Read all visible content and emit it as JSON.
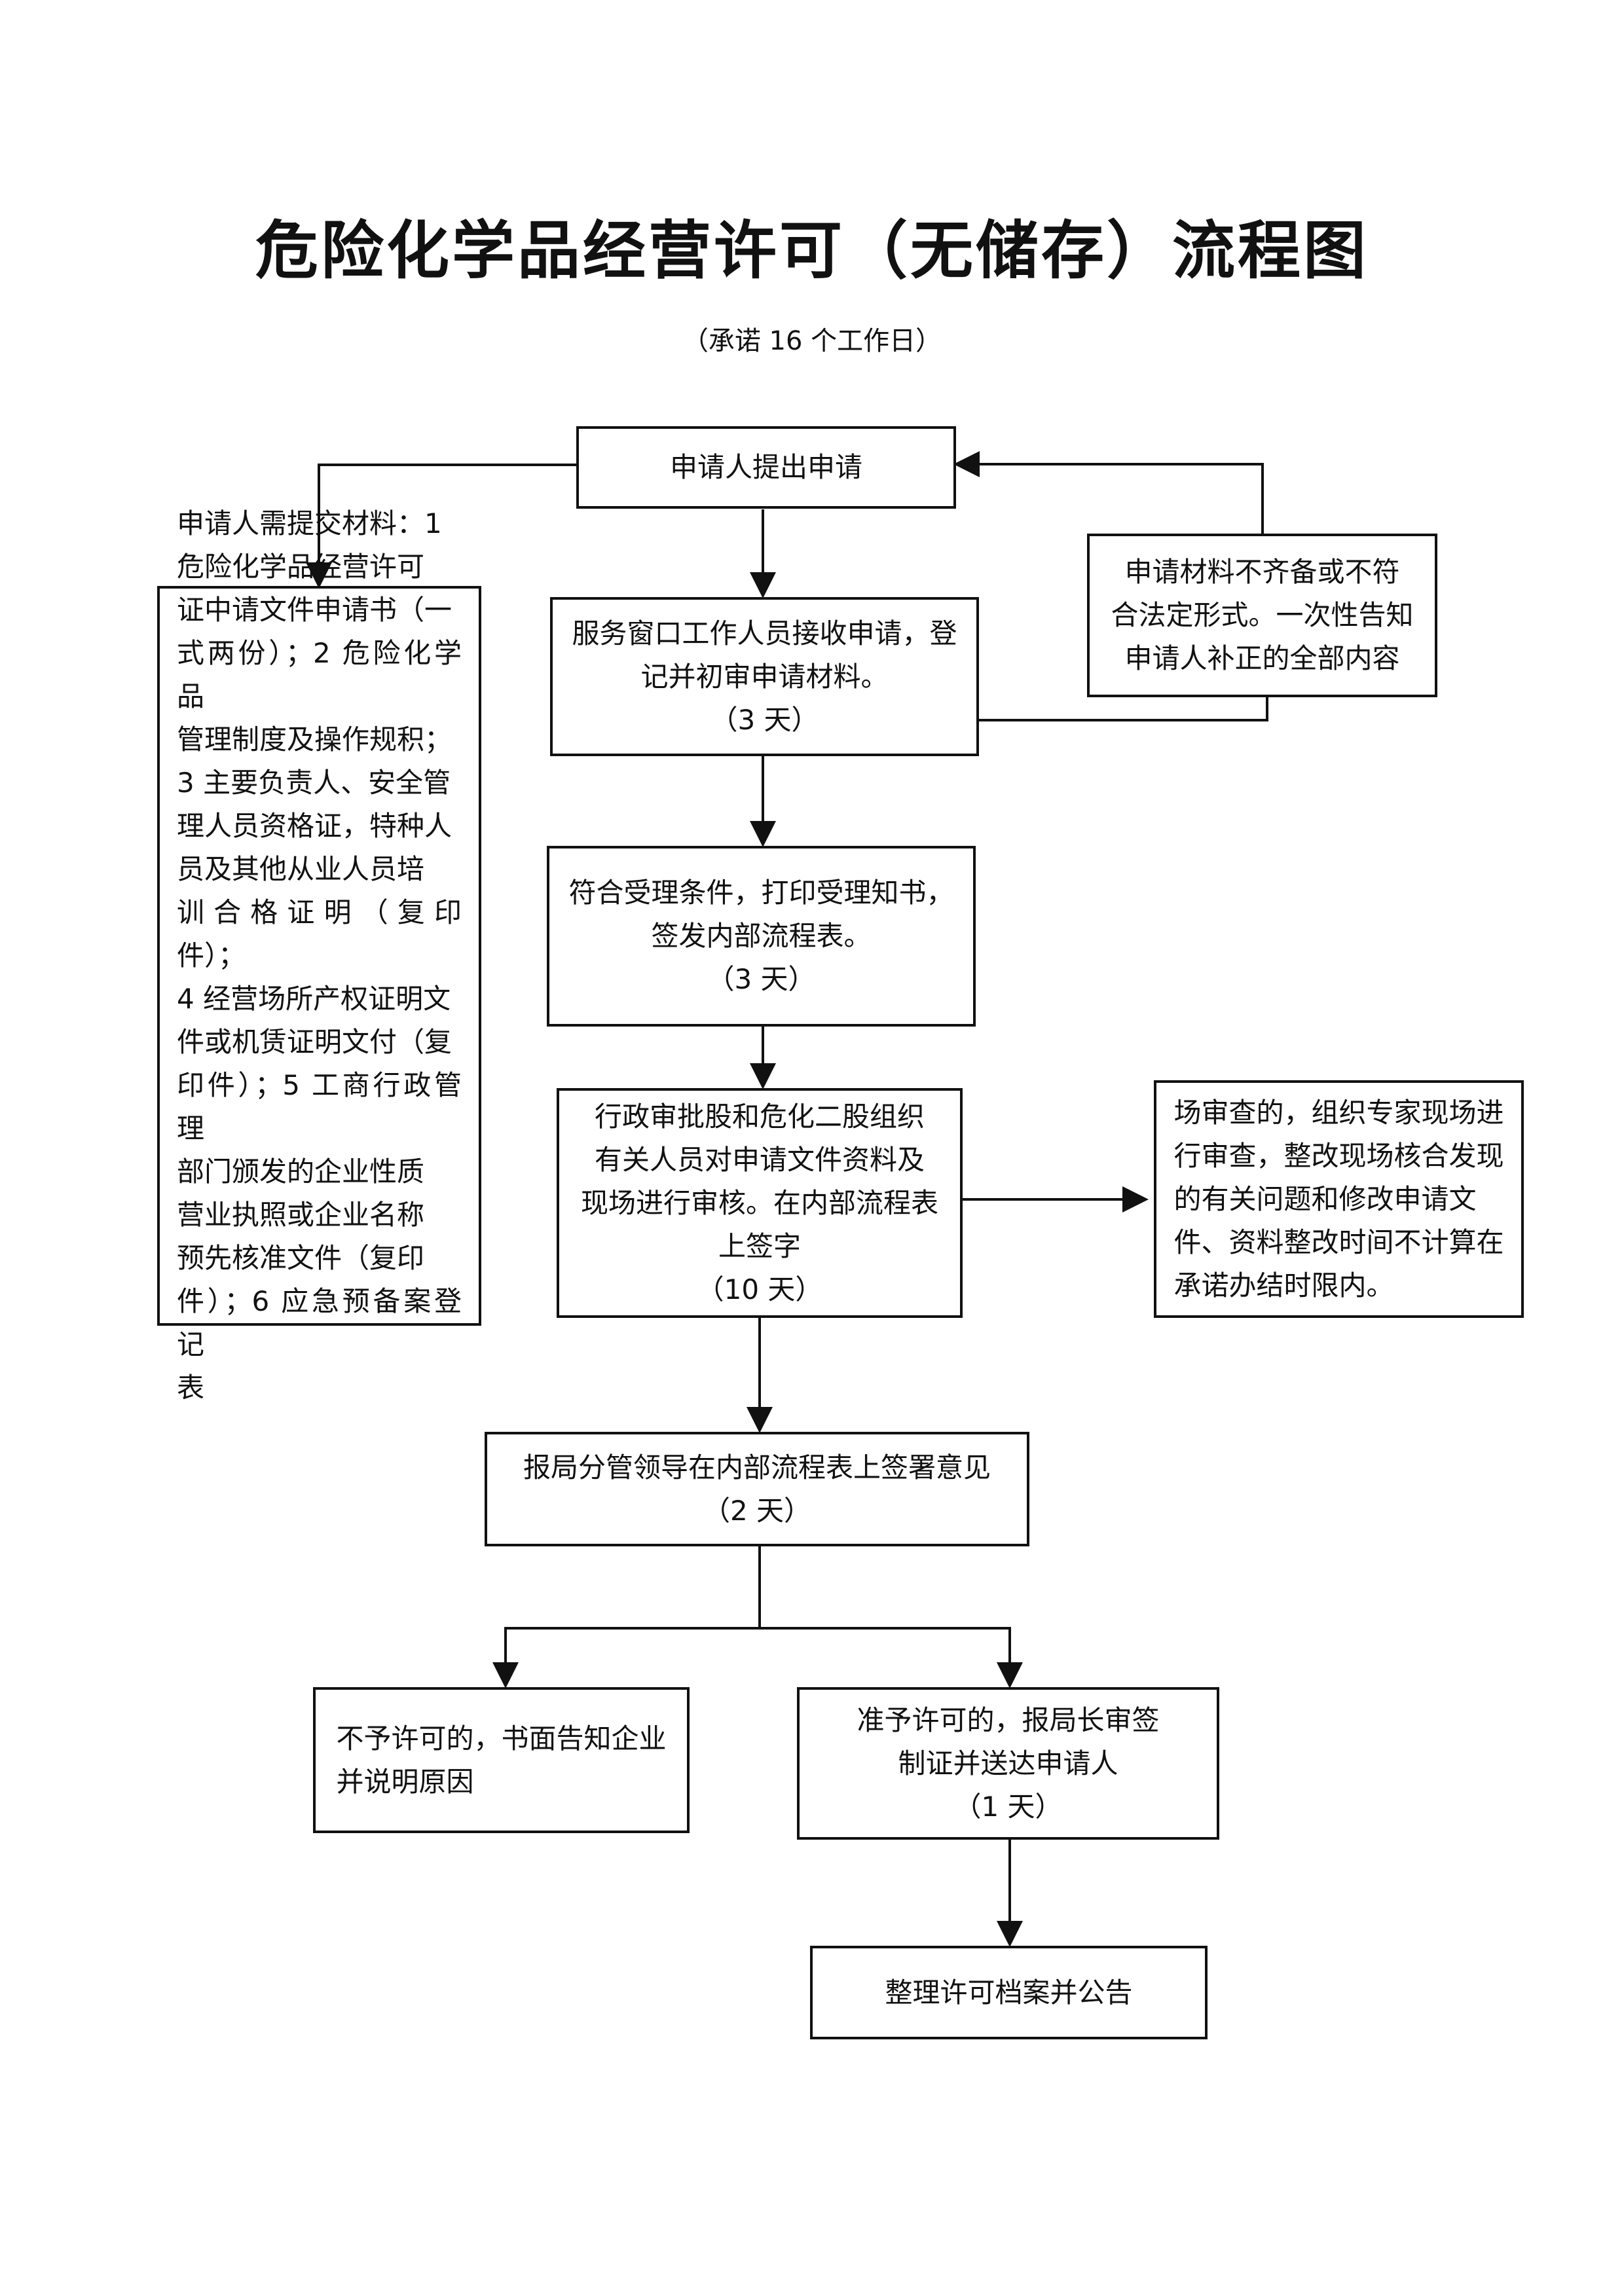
{
  "title": "危险化学品经营许可（无储存）流程图",
  "subtitle": "（承诺 16 个工作日）",
  "nodes": {
    "apply": {
      "lines": [
        "申请人提出申请"
      ]
    },
    "materials": {
      "lines": [
        "申请人需提交材料：1",
        "危险化学品经营许可",
        "证中请文件申请书（一",
        "式两份）；2 危险化学品",
        "管理制度及操作规积；",
        "3 主要负责人、安全管",
        "理人员资格证，特种人",
        "员及其他从业人员培",
        "训合格证明（复印件）；",
        "4 经营场所产权证明文",
        "件或机赁证明文付（复",
        "印件）；5 工商行政管理",
        "部门颁发的企业性质",
        "营业执照或企业名称",
        "预先核准文件（复印",
        "件）；6 应急预备案登记",
        "表"
      ]
    },
    "window": {
      "lines": [
        "服务窗口工作人员接收申请，登",
        "记并初审申请材料。",
        "（3 天）"
      ]
    },
    "incomplete": {
      "lines": [
        "申请材料不齐备或不符",
        "合法定形式。一次性告知",
        "申请人补正的全部内容"
      ]
    },
    "accept": {
      "lines": [
        "符合受理条件，打印受理知书，",
        "签发内部流程表。",
        "（3 天）"
      ]
    },
    "review": {
      "lines": [
        "行政审批股和危化二股组织",
        "有关人员对申请文件资料及",
        "现场进行审核。在内部流程表",
        "上签字",
        "（10 天）"
      ]
    },
    "onsite": {
      "lines": [
        "场审查的，组织专家现场进",
        "行审查，整改现场核合发现",
        "的有关问题和修改申请文",
        "件、资料整改时间不计算在",
        "承诺办结时限内。"
      ]
    },
    "leader": {
      "lines": [
        "报局分管领导在内部流程表上签署意见",
        "（2 天）"
      ]
    },
    "deny": {
      "lines": [
        "不予许可的，书面告知企业",
        "并说明原因"
      ]
    },
    "grant": {
      "lines": [
        "准予许可的，报局长审签",
        "制证并送达申请人",
        "（1 天）"
      ]
    },
    "archive": {
      "lines": [
        "整理许可档案并公告"
      ]
    }
  }
}
